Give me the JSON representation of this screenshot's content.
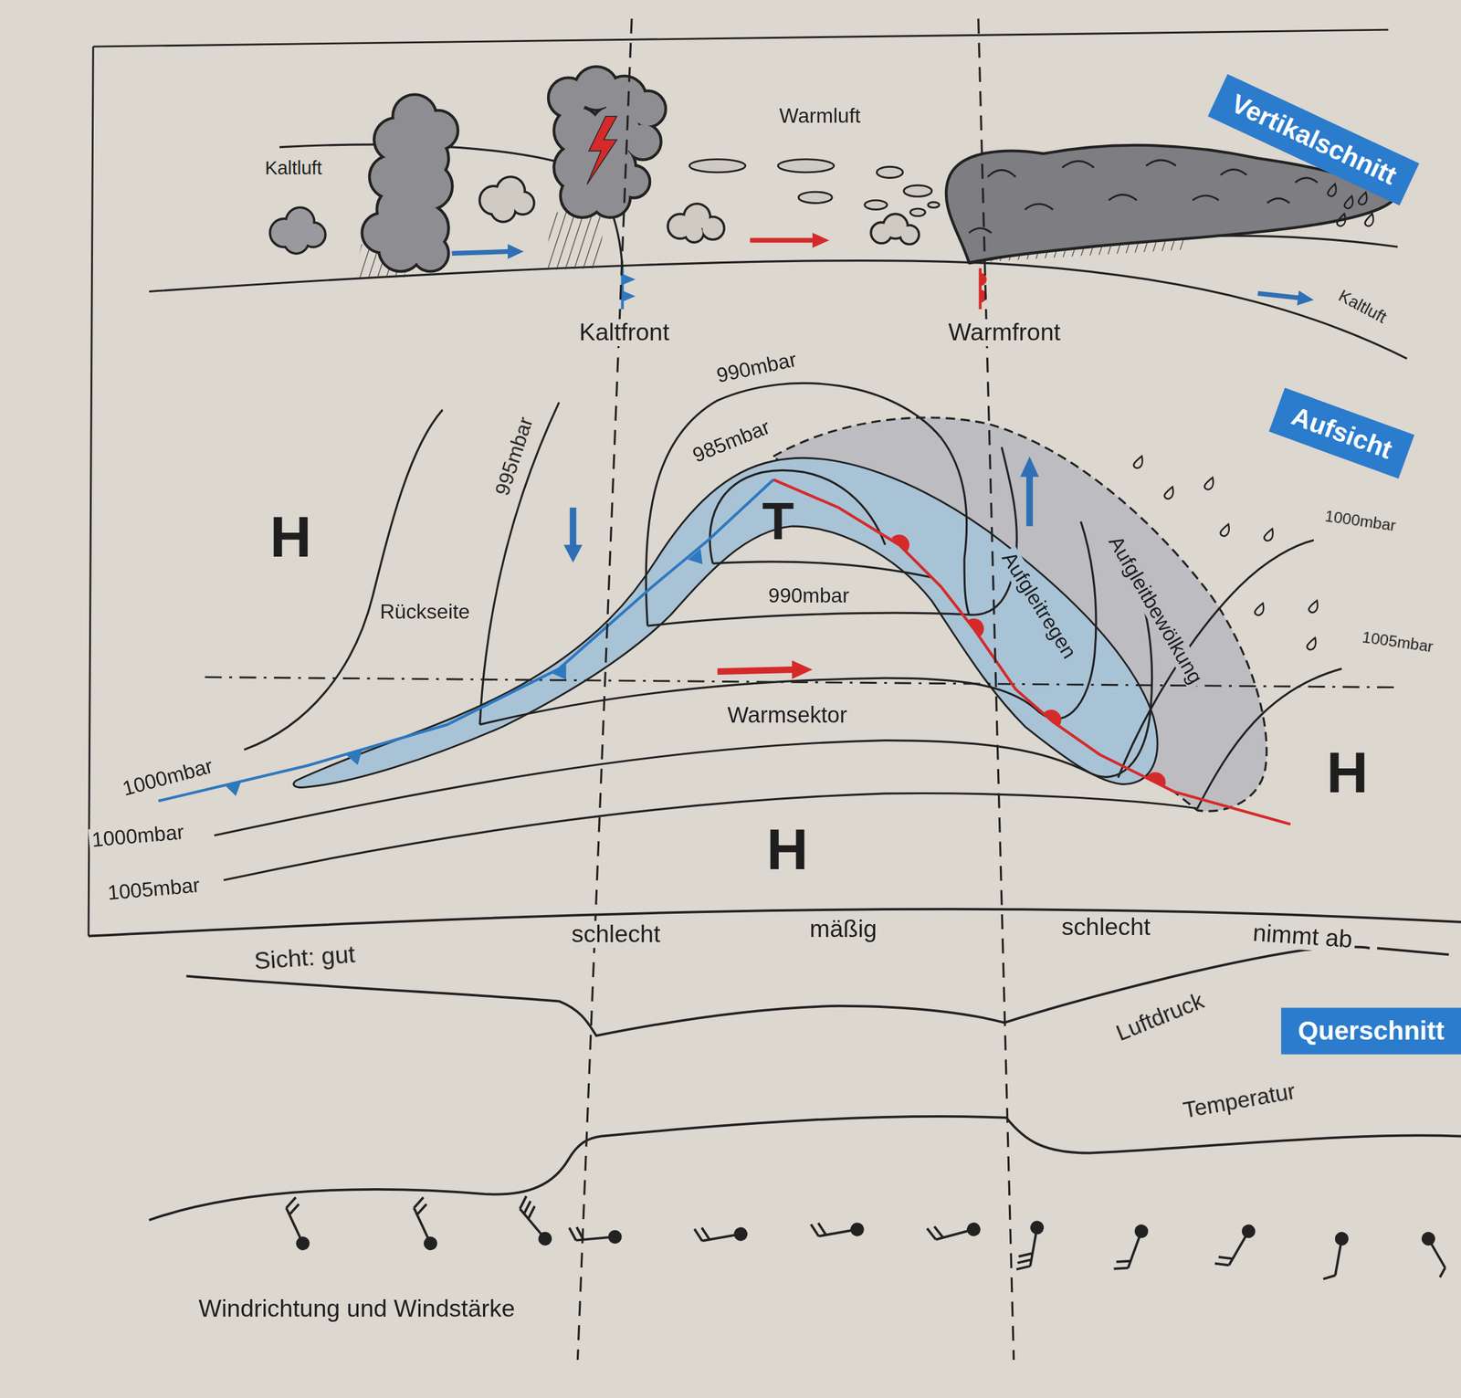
{
  "diagram": {
    "nodes": [
      {
        "text": [
          "Vertikalschnitt"
        ]
      },
      {
        "text": [
          "Aufsicht"
        ]
      },
      {
        "text": [
          "Querschnitt"
        ]
      }
    ],
    "labels": [
      "Kaltluft",
      "Warmluft",
      "Kaltluft",
      "Kaltfront",
      "Warmfront",
      "990mbar",
      "985mbar",
      "995mbar",
      "H",
      "T",
      "Rückseite",
      "990mbar",
      "Aufgleitregen",
      "Aufgleitbewölkung",
      "1000mbar",
      "1005mbar",
      "Warmsektor",
      "1000mbar",
      "1000mbar",
      "1005mbar",
      "H",
      "H",
      "Sicht: gut",
      "schlecht",
      "mäßig",
      "schlecht",
      "nimmt ab",
      "Luftdruck",
      "Temperatur",
      "Windrichtung und Windstärke"
    ]
  }
}
